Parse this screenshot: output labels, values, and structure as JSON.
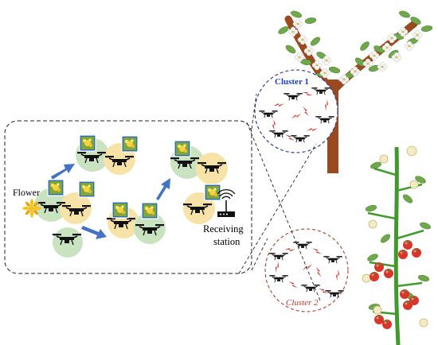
{
  "labels": {
    "flower": "Flower",
    "receiving_line1": "Receiving",
    "receiving_line2": "station",
    "cluster1": "Cluster 1",
    "cluster2": "Cluster 2"
  },
  "colors": {
    "green_zone": "#c9e3c0",
    "yellow_zone": "#f7e3a8",
    "arrow_blue": "#4472c4",
    "cluster1_ring": "#2f3fa0",
    "cluster1_text": "#1f3fc2",
    "cluster2_ring": "#b34a3a",
    "cluster2_text": "#c0392b",
    "link_red": "#d0392b",
    "trunk": "#9b4a1f",
    "leaf": "#6fa84a",
    "blossom": "#f4f4f4",
    "tomato": "#d9352a",
    "stem": "#3f9a2a"
  },
  "icons": [
    "drone-icon",
    "flower-icon",
    "photo-thumbnail-icon",
    "antenna-icon",
    "signal-link-icon",
    "apple-tree-icon",
    "tomato-plant-icon"
  ]
}
